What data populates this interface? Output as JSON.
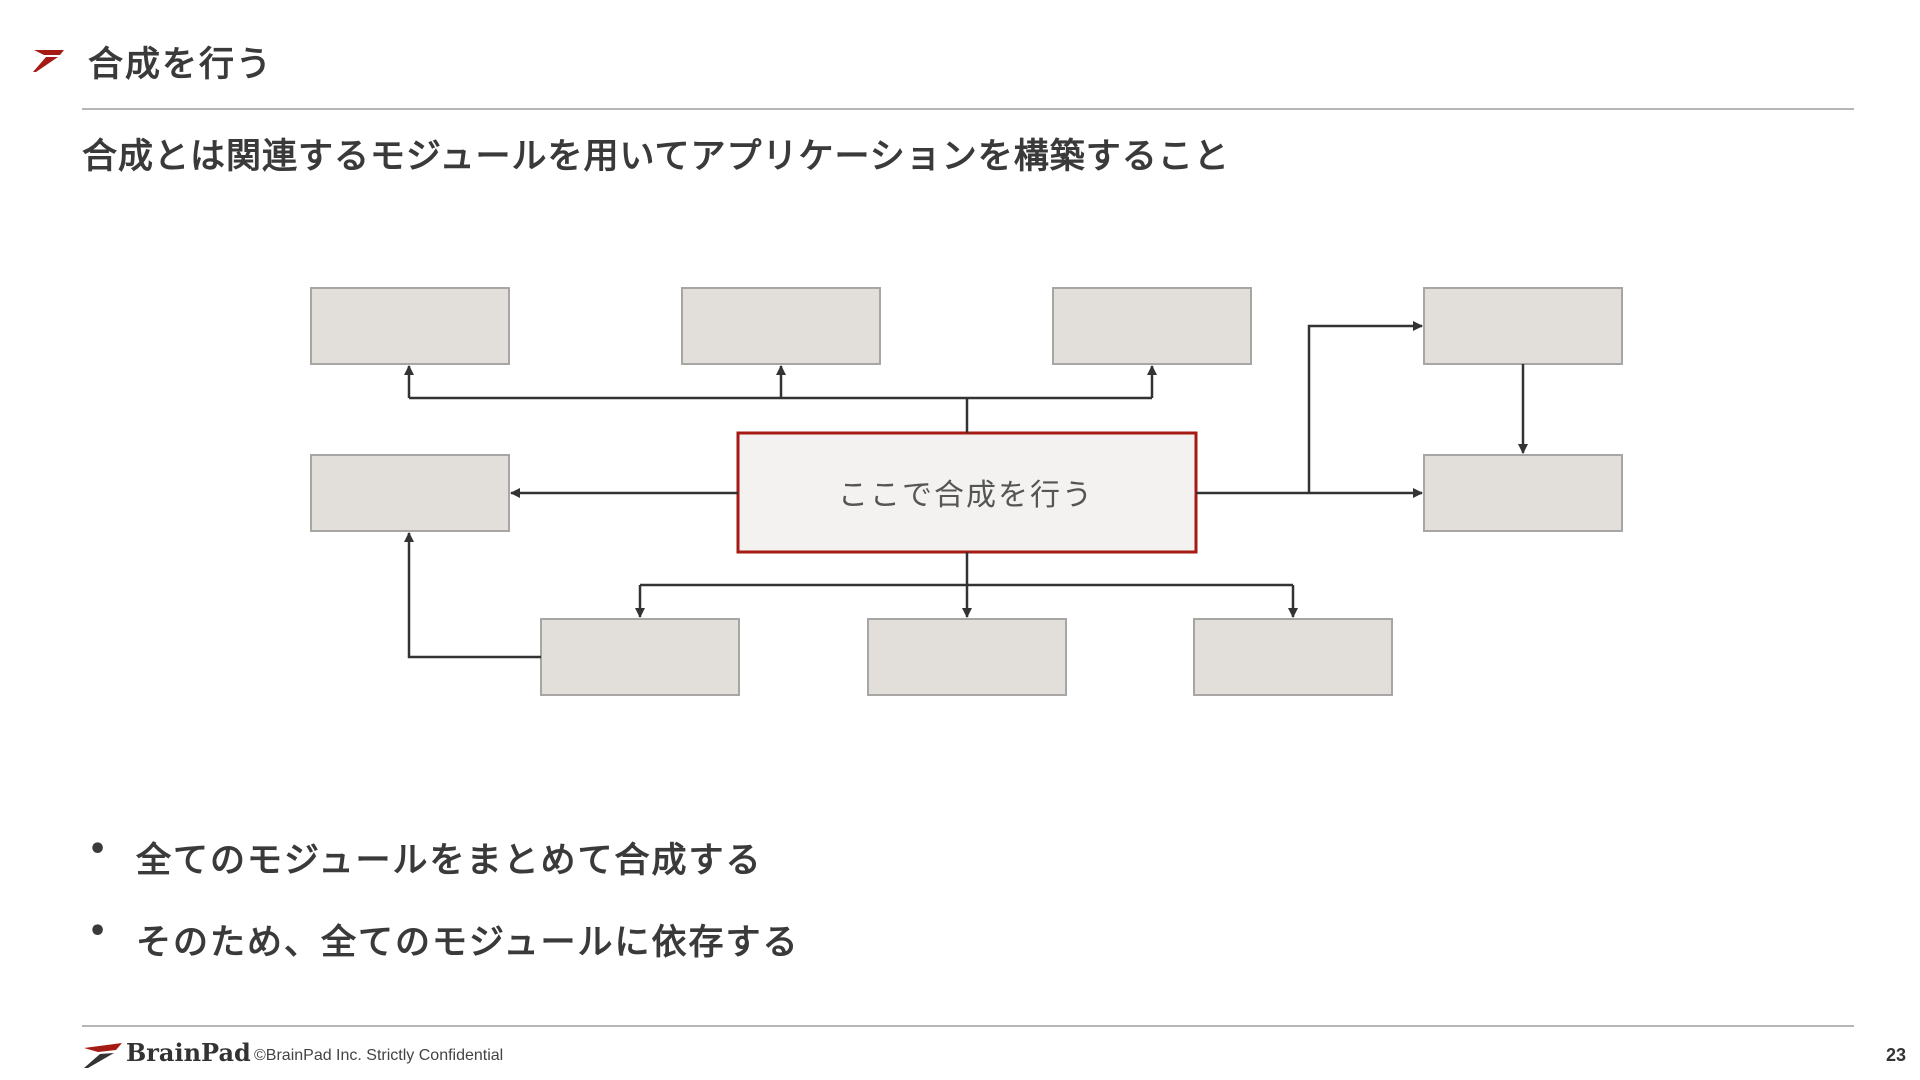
{
  "header": {
    "title": "合成を行う",
    "subtitle": "合成とは関連するモジュールを用いてアプリケーションを構築すること"
  },
  "diagram": {
    "center_label": "ここで合成を行う",
    "module_count": 9,
    "colors": {
      "module_fill": "#e2dfdb",
      "module_border": "#a8a6a4",
      "center_fill": "#f3f2f1",
      "center_border": "#a51b14",
      "arrow": "#333333"
    }
  },
  "bullets": [
    {
      "marker": "•",
      "text": "全てのモジュールをまとめて合成する"
    },
    {
      "marker": "•",
      "text": "そのため、全てのモジュールに依存する"
    }
  ],
  "footer": {
    "brand": "BrainPad",
    "copyright": "©BrainPad Inc.  Strictly Confidential",
    "page_number": "23"
  },
  "colors": {
    "accent": "#a51b14",
    "text": "#3a3a3a",
    "rule": "#b8b6b4"
  },
  "icons": {
    "title_mark": "brainpad-mark-icon",
    "footer_logo": "brainpad-logo-icon"
  }
}
